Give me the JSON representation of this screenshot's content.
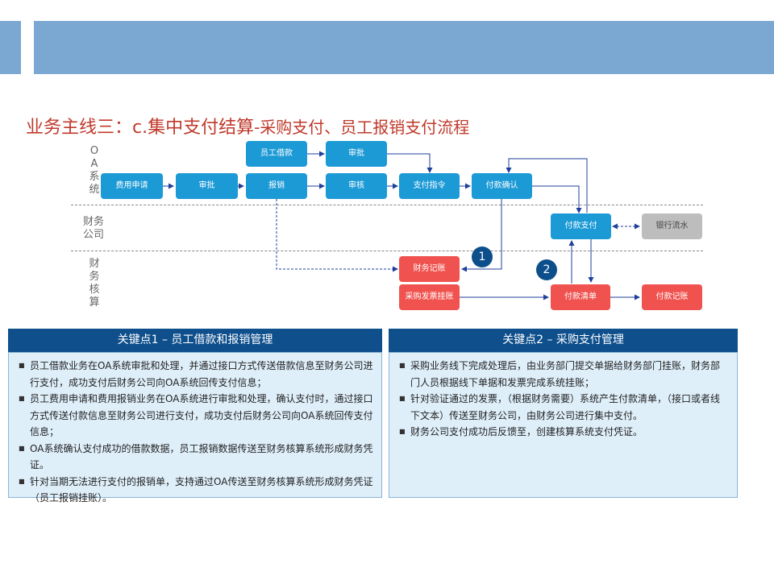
{
  "title": {
    "main": "业务主线三：c.集中支付结算",
    "sub": "-采购支付、员工报销支付流程"
  },
  "lanes": {
    "oa": "O A 系 统",
    "finance_company": "财务 公司",
    "finance_accounting": "财 务 核 算"
  },
  "nodes": {
    "employee_loan": "员工借款",
    "approve_top": "审批",
    "expense_apply": "费用申请",
    "approve_mid": "审批",
    "reimburse": "报销",
    "review": "审核",
    "payment_order": "支付指令",
    "payment_confirm": "付款确认",
    "payment_pay": "付款支付",
    "bank_flow": "银行流水",
    "finance_booking": "财务记账",
    "purchase_invoice": "采购发票挂账",
    "payment_list": "付款清单",
    "payment_record": "付款记账"
  },
  "badges": {
    "one": "1",
    "two": "2"
  },
  "key1": {
    "title": "关键点1 – 员工借款和报销管理",
    "items": [
      "员工借款业务在OA系统审批和处理，并通过接口方式传送借款信息至财务公司进行支付，成功支付后财务公司向OA系统回传支付信息；",
      "员工费用申请和费用报销业务在OA系统进行审批和处理，确认支付时，通过接口方式传送付款信息至财务公司进行支付，成功支付后财务公司向OA系统回传支付信息；",
      "OA系统确认支付成功的借款数据，员工报销数据传送至财务核算系统形成财务凭证。",
      "针对当期无法进行支付的报销单，支持通过OA传送至财务核算系统形成财务凭证（员工报销挂账）。"
    ]
  },
  "key2": {
    "title": "关键点2 – 采购支付管理",
    "items": [
      "采购业务线下完成处理后，由业务部门提交单据给财务部门挂账，财务部门人员根据线下单据和发票完成系统挂账；",
      "针对验证通过的发票，（根据财务需要）系统产生付款清单，（接口或者线下文本）传送至财务公司，由财务公司进行集中支付。",
      "财务公司支付成功后反馈至，创建核算系统支付凭证。"
    ]
  },
  "colors": {
    "header_band": "#7ba7d3",
    "title_red": "#c0392b",
    "node_blue": "#1c9ad6",
    "node_red": "#f0534f",
    "node_gray": "#bdbdbd",
    "key_header": "#0e4f8c",
    "key_body": "#dfeffa",
    "arrow": "#1f3f9b"
  }
}
